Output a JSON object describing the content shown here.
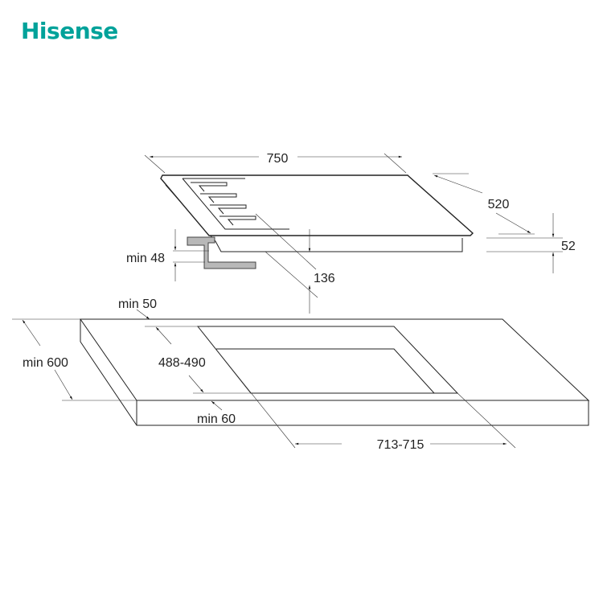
{
  "brand": {
    "logo_text": "Hisense",
    "color": "#00a29a"
  },
  "hob_dimensions": {
    "width": "750",
    "depth": "520",
    "height": "52",
    "min_clearance_below": "min 48",
    "offset": "136"
  },
  "cutout_dimensions": {
    "min_back": "min 50",
    "min_worktop_depth": "min 600",
    "cutout_depth": "488-490",
    "min_front": "min 60",
    "cutout_width": "713-715"
  },
  "colors": {
    "line": "#222222",
    "bracket": "#b8b8b8"
  }
}
